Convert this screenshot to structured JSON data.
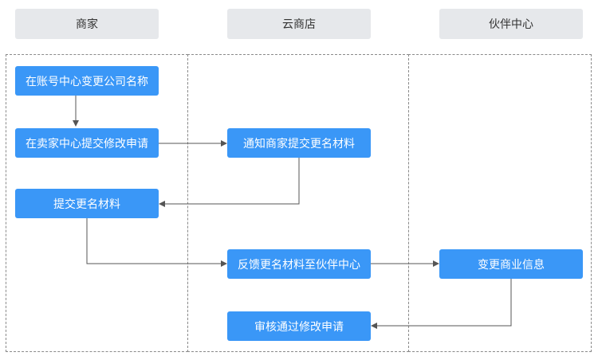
{
  "lanes": {
    "merchant": "商家",
    "cloud_store": "云商店",
    "partner_center": "伙伴中心"
  },
  "nodes": {
    "change_company_name": "在账号中心变更公司名称",
    "submit_request": "在卖家中心提交修改申请",
    "notify_merchant": "通知商家提交更名材料",
    "submit_materials": "提交更名材料",
    "forward_materials": "反馈更名材料至伙伴中心",
    "change_business_info": "变更商业信息",
    "review_request": "审核通过修改申请"
  },
  "colors": {
    "node_fill": "#3a97f7",
    "node_text": "#ffffff",
    "header_fill": "#e6e8eb",
    "connector": "#555555"
  }
}
